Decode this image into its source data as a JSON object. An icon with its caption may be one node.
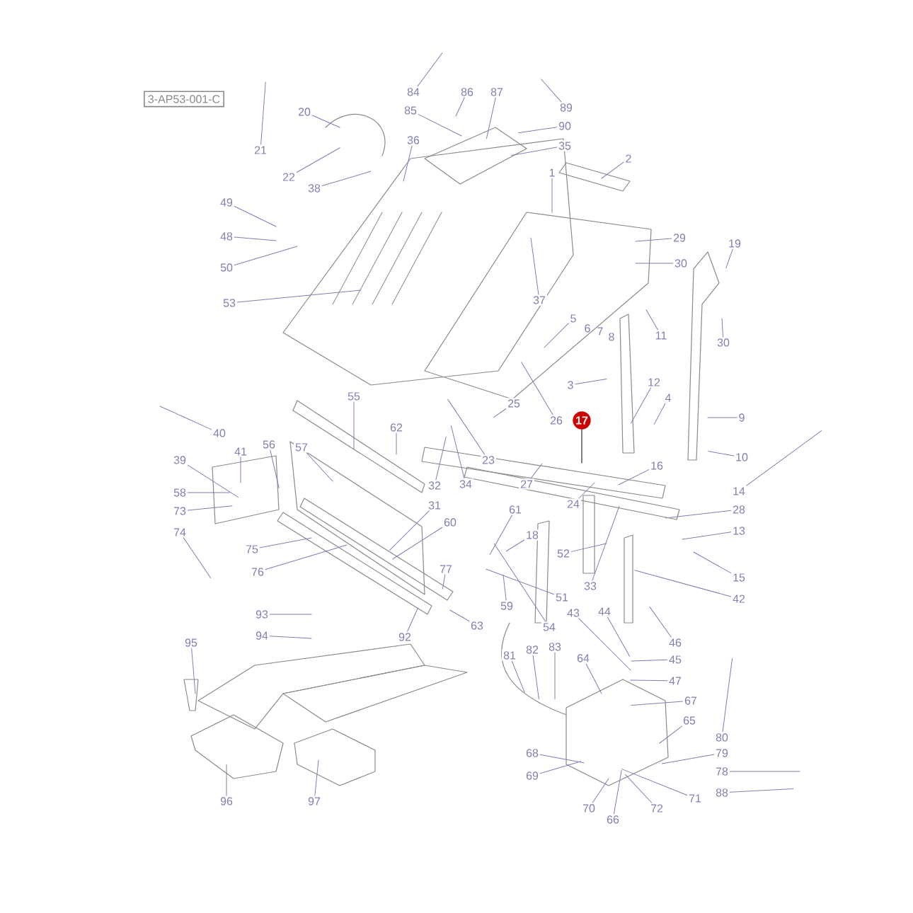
{
  "diagram": {
    "nodes": [
      {
        "text": [
          "3-AP53-001-C"
        ]
      },
      {
        "text": [
          "84"
        ]
      },
      {
        "text": [
          "85"
        ]
      },
      {
        "text": [
          "86"
        ]
      },
      {
        "text": [
          "87"
        ]
      },
      {
        "text": [
          "89"
        ]
      },
      {
        "text": [
          "90"
        ]
      },
      {
        "text": [
          "35"
        ]
      },
      {
        "text": [
          "20"
        ]
      },
      {
        "text": [
          "21"
        ]
      },
      {
        "text": [
          "22"
        ]
      },
      {
        "text": [
          "38"
        ]
      },
      {
        "text": [
          "36"
        ]
      },
      {
        "text": [
          "2"
        ]
      },
      {
        "text": [
          "1"
        ]
      },
      {
        "text": [
          "29"
        ]
      },
      {
        "text": [
          "30"
        ]
      },
      {
        "text": [
          "49"
        ]
      },
      {
        "text": [
          "48"
        ]
      },
      {
        "text": [
          "50"
        ]
      },
      {
        "text": [
          "53"
        ]
      },
      {
        "text": [
          "37"
        ]
      },
      {
        "text": [
          "19"
        ]
      },
      {
        "text": [
          "30"
        ]
      },
      {
        "text": [
          "11"
        ]
      },
      {
        "text": [
          "5"
        ]
      },
      {
        "text": [
          "12"
        ]
      },
      {
        "text": [
          "9"
        ]
      },
      {
        "text": [
          "4"
        ]
      },
      {
        "text": [
          "3"
        ]
      },
      {
        "text": [
          "10"
        ]
      },
      {
        "text": [
          "25"
        ]
      },
      {
        "text": [
          "26"
        ]
      },
      {
        "text": [
          "17"
        ]
      },
      {
        "text": [
          "23"
        ]
      },
      {
        "text": [
          "16"
        ]
      },
      {
        "text": [
          "27"
        ]
      },
      {
        "text": [
          "24"
        ]
      },
      {
        "text": [
          "14"
        ]
      },
      {
        "text": [
          "28"
        ]
      },
      {
        "text": [
          "13"
        ]
      },
      {
        "text": [
          "15"
        ]
      },
      {
        "text": [
          "42"
        ]
      },
      {
        "text": [
          "34"
        ]
      },
      {
        "text": [
          "32"
        ]
      },
      {
        "text": [
          "31"
        ]
      },
      {
        "text": [
          "60"
        ]
      },
      {
        "text": [
          "61"
        ]
      },
      {
        "text": [
          "18"
        ]
      },
      {
        "text": [
          "52"
        ]
      },
      {
        "text": [
          "33"
        ]
      },
      {
        "text": [
          "51"
        ]
      },
      {
        "text": [
          "63"
        ]
      },
      {
        "text": [
          "59"
        ]
      },
      {
        "text": [
          "77"
        ]
      },
      {
        "text": [
          "43"
        ]
      },
      {
        "text": [
          "44"
        ]
      },
      {
        "text": [
          "46"
        ]
      },
      {
        "text": [
          "45"
        ]
      },
      {
        "text": [
          "47"
        ]
      },
      {
        "text": [
          "54"
        ]
      },
      {
        "text": [
          "81"
        ]
      },
      {
        "text": [
          "82"
        ]
      },
      {
        "text": [
          "83"
        ]
      },
      {
        "text": [
          "64"
        ]
      },
      {
        "text": [
          "67"
        ]
      },
      {
        "text": [
          "65"
        ]
      },
      {
        "text": [
          "80"
        ]
      },
      {
        "text": [
          "79"
        ]
      },
      {
        "text": [
          "78"
        ]
      },
      {
        "text": [
          "88"
        ]
      },
      {
        "text": [
          "68"
        ]
      },
      {
        "text": [
          "69"
        ]
      },
      {
        "text": [
          "70"
        ]
      },
      {
        "text": [
          "66"
        ]
      },
      {
        "text": [
          "72"
        ]
      },
      {
        "text": [
          "71"
        ]
      },
      {
        "text": [
          "40"
        ]
      },
      {
        "text": [
          "39"
        ]
      },
      {
        "text": [
          "41"
        ]
      },
      {
        "text": [
          "58"
        ]
      },
      {
        "text": [
          "73"
        ]
      },
      {
        "text": [
          "74"
        ]
      },
      {
        "text": [
          "56"
        ]
      },
      {
        "text": [
          "57"
        ]
      },
      {
        "text": [
          "55"
        ]
      },
      {
        "text": [
          "62"
        ]
      },
      {
        "text": [
          "75"
        ]
      },
      {
        "text": [
          "76"
        ]
      },
      {
        "text": [
          "93"
        ]
      },
      {
        "text": [
          "94"
        ]
      },
      {
        "text": [
          "92"
        ]
      },
      {
        "text": [
          "95"
        ]
      },
      {
        "text": [
          "96"
        ]
      },
      {
        "text": [
          "97"
        ]
      }
    ],
    "edges": [
      {
        "from": 1,
        "to": null,
        "arrow": "none"
      },
      {
        "from": 2,
        "to": null,
        "arrow": "none"
      },
      {
        "from": 3,
        "to": null,
        "arrow": "none"
      },
      {
        "from": 4,
        "to": null,
        "arrow": "none"
      },
      {
        "from": 5,
        "to": null,
        "arrow": "none"
      },
      {
        "from": 6,
        "to": null,
        "arrow": "none"
      },
      {
        "from": 7,
        "to": null,
        "arrow": "none"
      },
      {
        "from": 8,
        "to": null,
        "arrow": "none"
      },
      {
        "from": 9,
        "to": null,
        "arrow": "none"
      },
      {
        "from": 10,
        "to": null,
        "arrow": "none"
      },
      {
        "from": 11,
        "to": null,
        "arrow": "none"
      },
      {
        "from": 12,
        "to": null,
        "arrow": "none"
      },
      {
        "from": 13,
        "to": null,
        "arrow": "none"
      },
      {
        "from": 14,
        "to": null,
        "arrow": "none"
      },
      {
        "from": 15,
        "to": null,
        "arrow": "none"
      },
      {
        "from": 16,
        "to": null,
        "arrow": "none"
      },
      {
        "from": 17,
        "to": null,
        "arrow": "none"
      },
      {
        "from": 18,
        "to": null,
        "arrow": "none"
      },
      {
        "from": 19,
        "to": null,
        "arrow": "none"
      },
      {
        "from": 20,
        "to": null,
        "arrow": "none"
      },
      {
        "from": 21,
        "to": null,
        "arrow": "none"
      },
      {
        "from": 22,
        "to": null,
        "arrow": "none"
      },
      {
        "from": 23,
        "to": null,
        "arrow": "none"
      },
      {
        "from": 24,
        "to": null,
        "arrow": "none"
      },
      {
        "from": 25,
        "to": null,
        "arrow": "none"
      },
      {
        "from": 26,
        "to": null,
        "arrow": "none"
      },
      {
        "from": 27,
        "to": null,
        "arrow": "none"
      },
      {
        "from": 28,
        "to": null,
        "arrow": "none"
      },
      {
        "from": 29,
        "to": null,
        "arrow": "none"
      },
      {
        "from": 30,
        "to": null,
        "arrow": "none"
      },
      {
        "from": 31,
        "to": null,
        "arrow": "none"
      },
      {
        "from": 32,
        "to": null,
        "arrow": "none"
      },
      {
        "from": 33,
        "to": null,
        "arrow": "none",
        "color": "#000000"
      },
      {
        "from": 34,
        "to": null,
        "arrow": "none"
      },
      {
        "from": 35,
        "to": null,
        "arrow": "none"
      },
      {
        "from": 36,
        "to": null,
        "arrow": "none"
      },
      {
        "from": 37,
        "to": null,
        "arrow": "none"
      },
      {
        "from": 38,
        "to": null,
        "arrow": "none"
      },
      {
        "from": 39,
        "to": null,
        "arrow": "none"
      },
      {
        "from": 40,
        "to": null,
        "arrow": "none"
      },
      {
        "from": 41,
        "to": null,
        "arrow": "none"
      },
      {
        "from": 42,
        "to": null,
        "arrow": "none"
      },
      {
        "from": 43,
        "to": null,
        "arrow": "none"
      },
      {
        "from": 44,
        "to": null,
        "arrow": "none"
      },
      {
        "from": 45,
        "to": null,
        "arrow": "none"
      },
      {
        "from": 46,
        "to": null,
        "arrow": "none"
      },
      {
        "from": 47,
        "to": null,
        "arrow": "none"
      },
      {
        "from": 48,
        "to": null,
        "arrow": "none"
      },
      {
        "from": 49,
        "to": null,
        "arrow": "none"
      },
      {
        "from": 50,
        "to": null,
        "arrow": "none"
      },
      {
        "from": 51,
        "to": null,
        "arrow": "none"
      },
      {
        "from": 52,
        "to": null,
        "arrow": "none"
      },
      {
        "from": 53,
        "to": null,
        "arrow": "none"
      },
      {
        "from": 54,
        "to": null,
        "arrow": "none"
      },
      {
        "from": 55,
        "to": null,
        "arrow": "none"
      },
      {
        "from": 56,
        "to": null,
        "arrow": "none"
      },
      {
        "from": 57,
        "to": null,
        "arrow": "none"
      },
      {
        "from": 58,
        "to": null,
        "arrow": "none"
      },
      {
        "from": 59,
        "to": null,
        "arrow": "none"
      },
      {
        "from": 60,
        "to": null,
        "arrow": "none"
      },
      {
        "from": 61,
        "to": null,
        "arrow": "none"
      },
      {
        "from": 62,
        "to": null,
        "arrow": "none"
      },
      {
        "from": 63,
        "to": null,
        "arrow": "none"
      },
      {
        "from": 64,
        "to": null,
        "arrow": "none"
      },
      {
        "from": 65,
        "to": null,
        "arrow": "none"
      },
      {
        "from": 66,
        "to": null,
        "arrow": "none"
      },
      {
        "from": 67,
        "to": null,
        "arrow": "none"
      },
      {
        "from": 68,
        "to": null,
        "arrow": "none"
      },
      {
        "from": 69,
        "to": null,
        "arrow": "none"
      },
      {
        "from": 70,
        "to": null,
        "arrow": "none"
      },
      {
        "from": 71,
        "to": null,
        "arrow": "none"
      },
      {
        "from": 72,
        "to": null,
        "arrow": "none"
      },
      {
        "from": 73,
        "to": null,
        "arrow": "none"
      },
      {
        "from": 74,
        "to": null,
        "arrow": "none"
      },
      {
        "from": 75,
        "to": null,
        "arrow": "none"
      },
      {
        "from": 76,
        "to": null,
        "arrow": "none"
      },
      {
        "from": 77,
        "to": null,
        "arrow": "none"
      },
      {
        "from": 78,
        "to": null,
        "arrow": "none"
      },
      {
        "from": 79,
        "to": null,
        "arrow": "none"
      },
      {
        "from": 80,
        "to": null,
        "arrow": "none"
      },
      {
        "from": 81,
        "to": null,
        "arrow": "none"
      },
      {
        "from": 82,
        "to": null,
        "arrow": "none"
      },
      {
        "from": 83,
        "to": null,
        "arrow": "none"
      },
      {
        "from": 84,
        "to": null,
        "arrow": "none"
      },
      {
        "from": 85,
        "to": null,
        "arrow": "none"
      },
      {
        "from": 86,
        "to": null,
        "arrow": "none"
      },
      {
        "from": 87,
        "to": null,
        "arrow": "none"
      },
      {
        "from": 88,
        "to": null,
        "arrow": "none"
      },
      {
        "from": 89,
        "to": null,
        "arrow": "none"
      },
      {
        "from": 90,
        "to": null,
        "arrow": "none"
      },
      {
        "from": 91,
        "to": null,
        "arrow": "none"
      },
      {
        "from": 92,
        "to": null,
        "arrow": "none"
      },
      {
        "from": 93,
        "to": null,
        "arrow": "none"
      },
      {
        "from": 94,
        "to": null,
        "arrow": "none"
      }
    ],
    "labels": [
      "6",
      "7",
      "8"
    ]
  }
}
